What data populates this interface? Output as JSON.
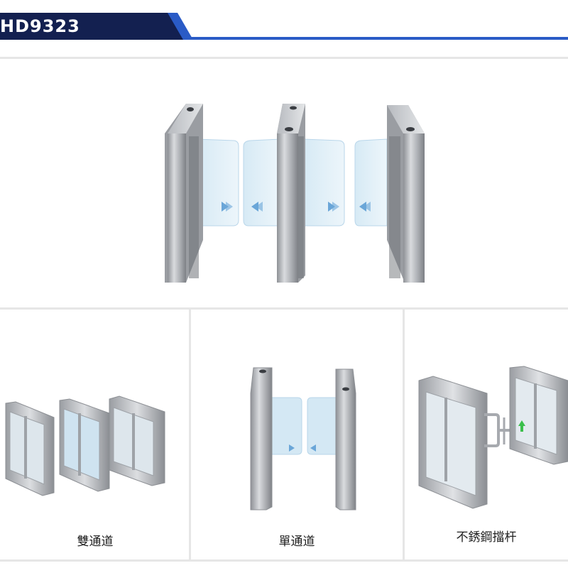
{
  "header": {
    "model": "HD9323",
    "accent_color": "#1a3a86",
    "dark_color": "#132050",
    "line_color": "#2a5bc6"
  },
  "hero": {
    "image": "swing-gate-three-lane-product-photo"
  },
  "variants": [
    {
      "label": "雙通道",
      "image": "double-lane-swing-gate"
    },
    {
      "label": "單通道",
      "image": "single-lane-swing-gate"
    },
    {
      "label": "不銹鋼擋杆",
      "image": "stainless-steel-bar-gate"
    }
  ]
}
